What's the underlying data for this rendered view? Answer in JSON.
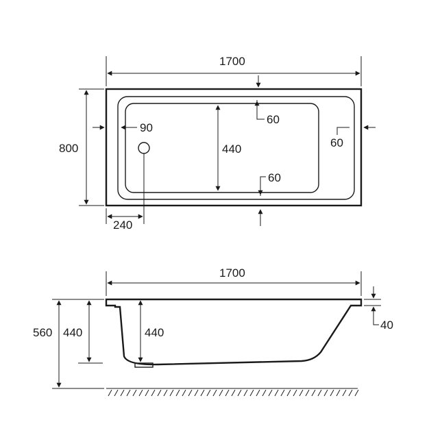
{
  "plan_view": {
    "overall_length": "1700",
    "overall_width": "800",
    "bath_depth": "440",
    "top_rim": "60",
    "bottom_rim": "60",
    "side_rim_left": "90",
    "side_rim_right": "60",
    "waste_offset": "240"
  },
  "side_view": {
    "overall_length": "1700",
    "total_height": "560",
    "bath_height": "440",
    "inner_depth": "440",
    "rim_thickness": "40"
  },
  "colors": {
    "line": "#1a1a1a",
    "background": "#ffffff"
  }
}
